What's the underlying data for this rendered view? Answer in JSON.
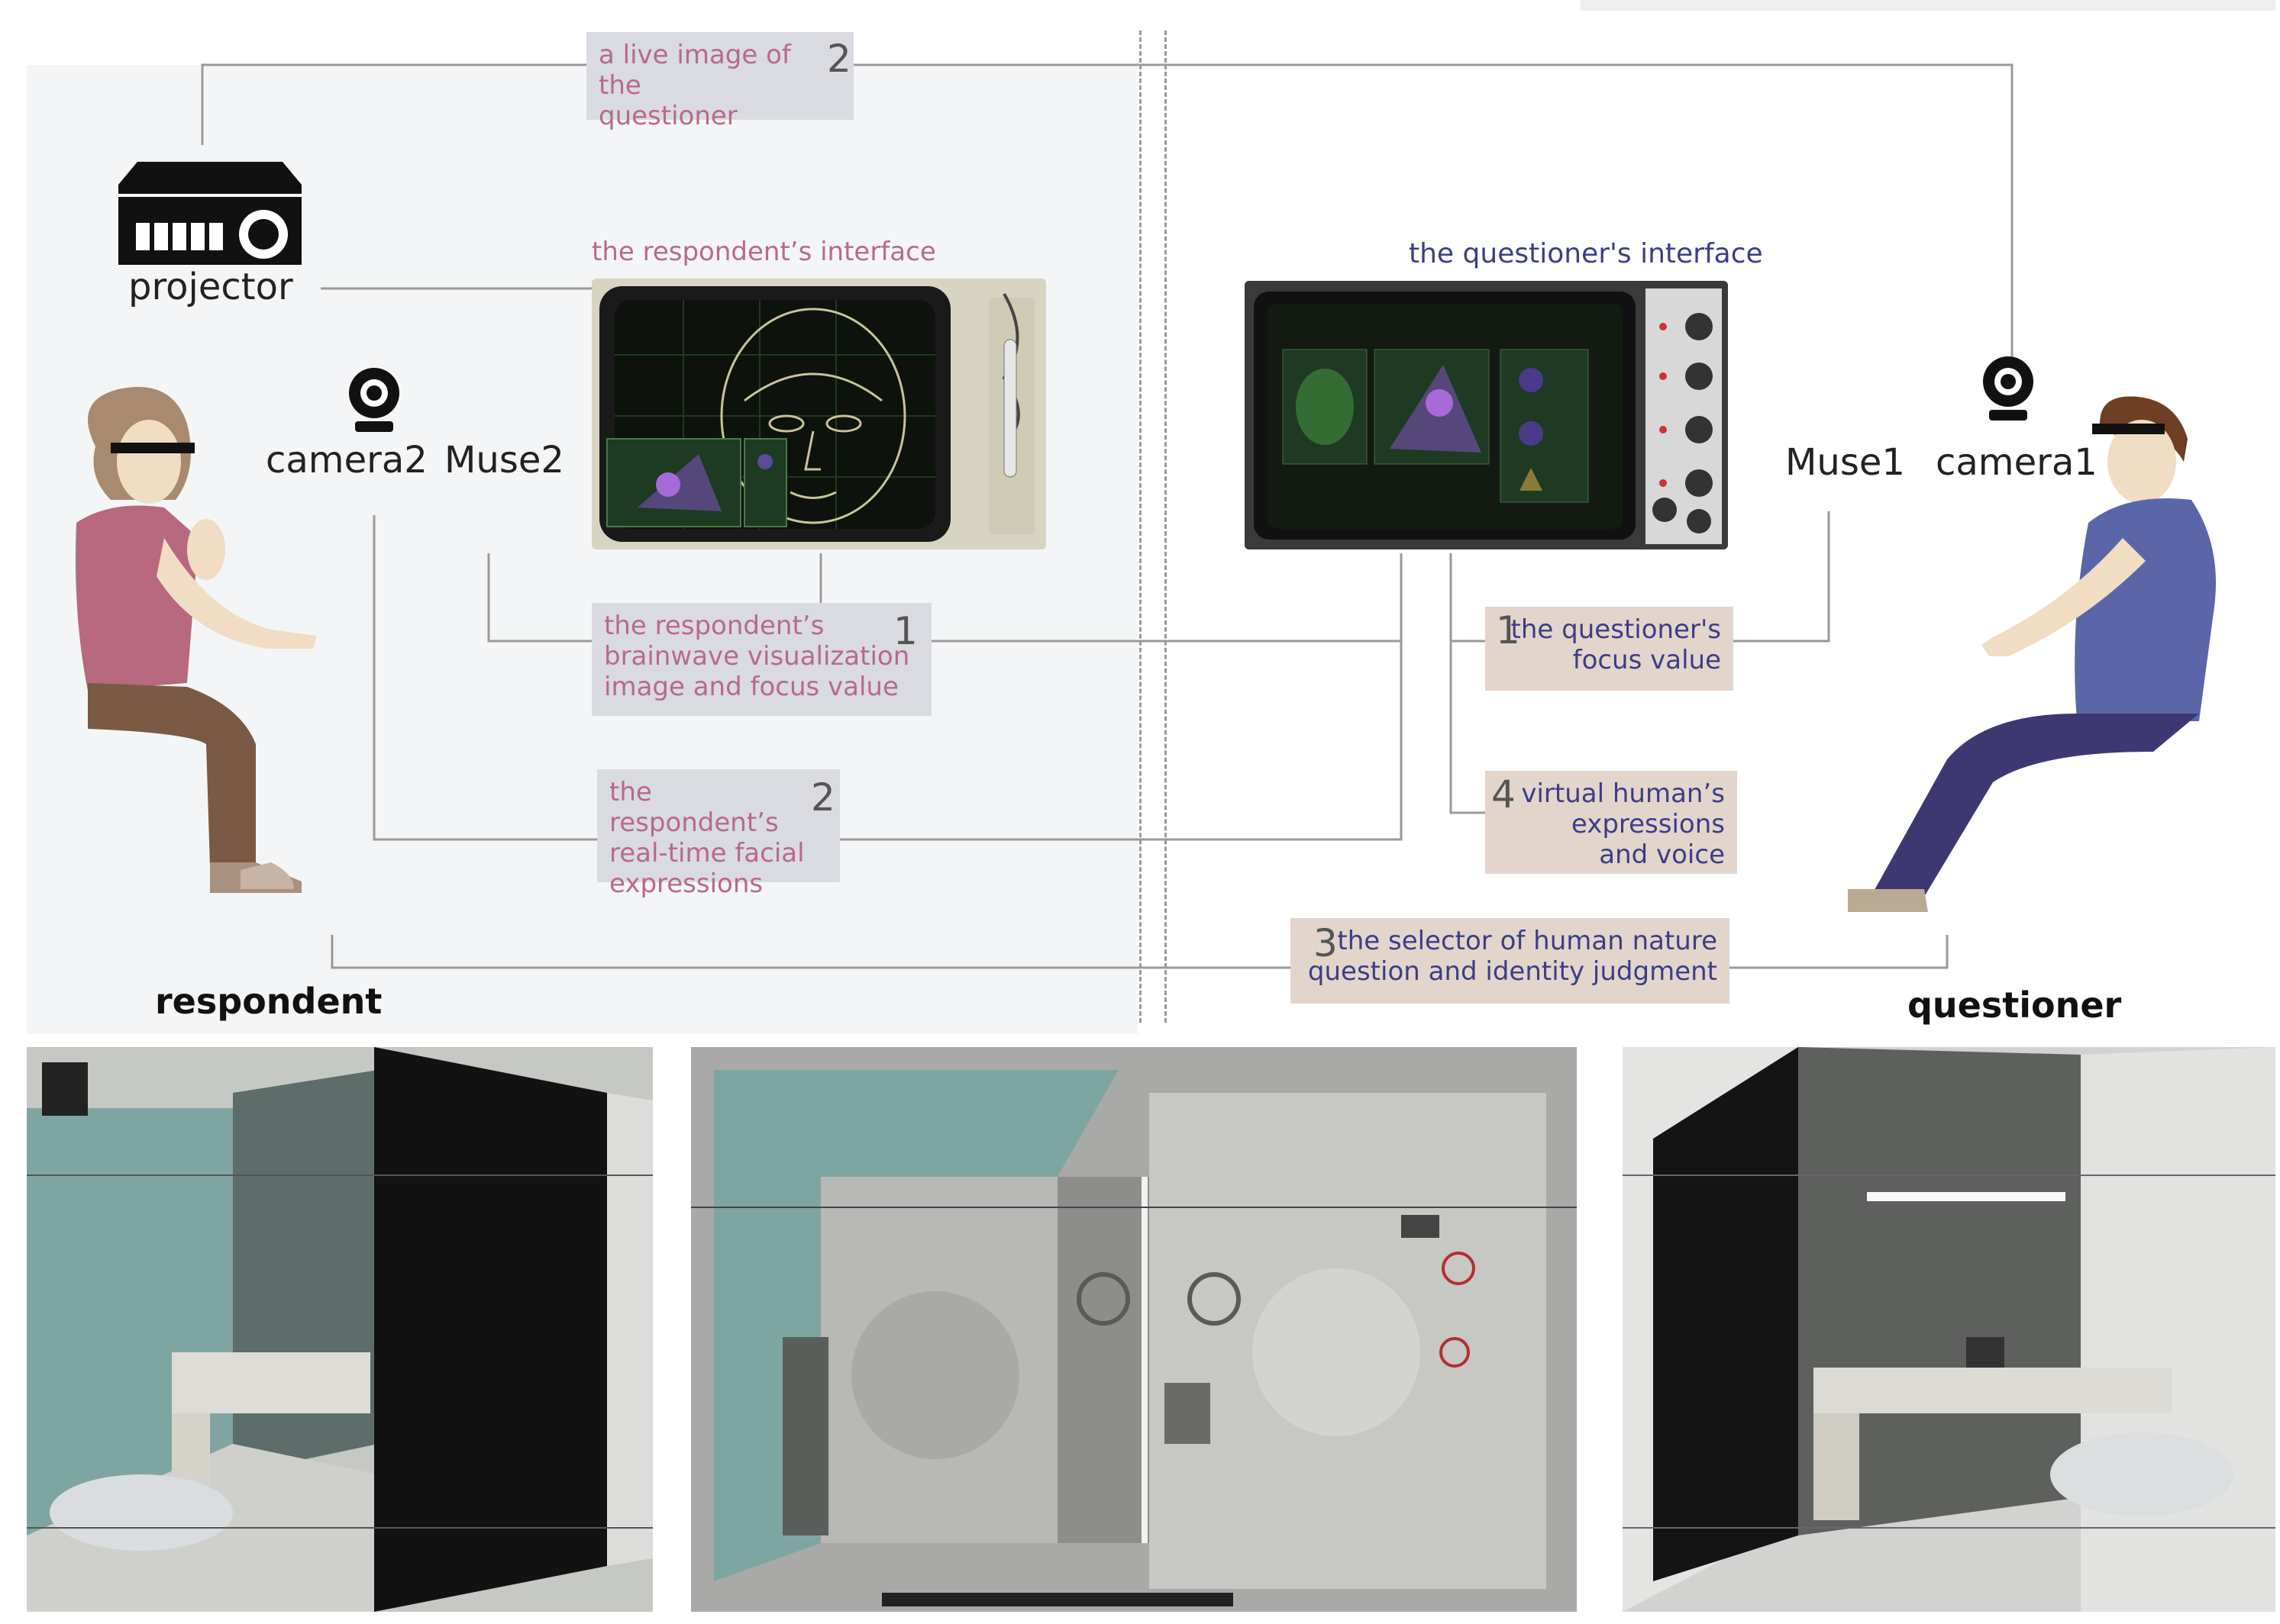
{
  "devices": {
    "projector": "projector",
    "camera2": "camera2",
    "muse2": "Muse2",
    "muse1": "Muse1",
    "camera1": "camera1"
  },
  "interfaces": {
    "respondent": "the respondent’s interface",
    "questioner": "the questioner's interface"
  },
  "flows": {
    "live_image": {
      "num": "2",
      "text": "a live image of the\nquestioner"
    },
    "resp_brainwave": {
      "num": "1",
      "text": "the respondent’s\nbrainwave visualization\nimage and focus value"
    },
    "resp_facial": {
      "num": "2",
      "text": "the respondent’s\nreal-time facial\nexpressions"
    },
    "quest_focus": {
      "num": "1",
      "text": "the questioner's\nfocus value"
    },
    "virtual_human": {
      "num": "4",
      "text": "virtual human’s\nexpressions\nand voice"
    },
    "selector": {
      "num": "3",
      "text": "the selector of human nature\nquestion and identity judgment"
    }
  },
  "roles": {
    "respondent": "respondent",
    "questioner": "questioner"
  },
  "colors": {
    "pink_text": "#b7698e",
    "blue_text": "#3d3d86",
    "pink_box": "#d9dbe0",
    "tan_box": "#e3d5cc",
    "respondent_shirt": "#b8687f",
    "respondent_pants": "#7a5a44",
    "questioner_shirt": "#5a66a8",
    "questioner_pants": "#3e3872"
  }
}
